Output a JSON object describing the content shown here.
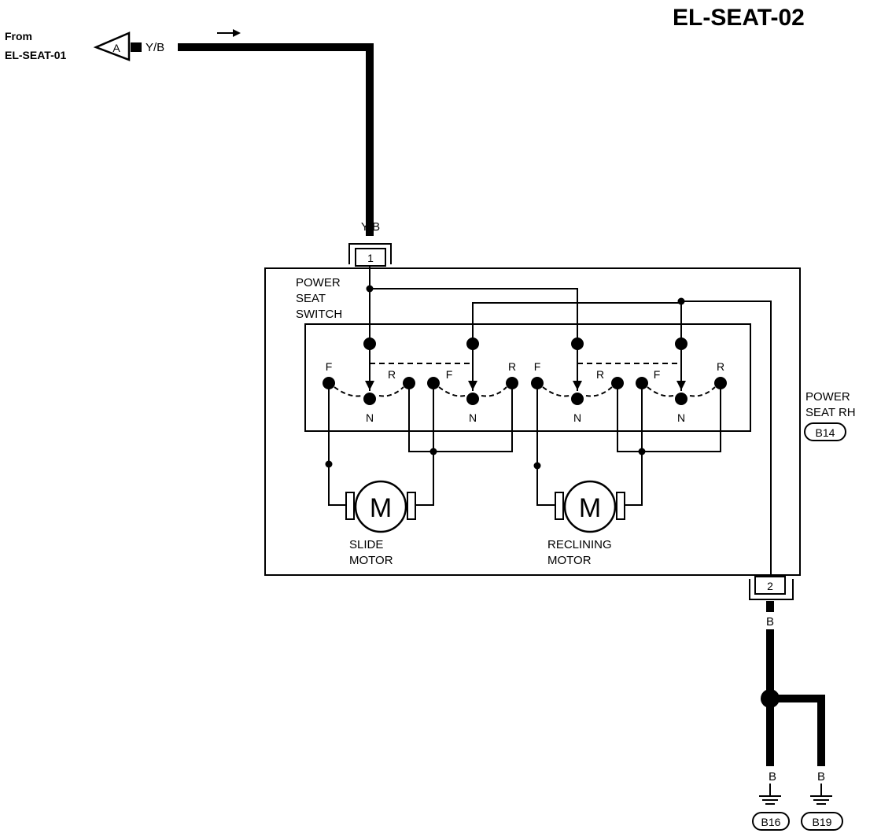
{
  "header": {
    "code": "EL-SEAT-02"
  },
  "source": {
    "from_line1": "From",
    "from_line2": "EL-SEAT-01",
    "connector_letter": "A",
    "wire_color": "Y/B"
  },
  "input_wire": {
    "color_label": "Y/B",
    "connector_pin": "1"
  },
  "switch": {
    "line1": "POWER",
    "line2": "SEAT",
    "line3": "SWITCH"
  },
  "contacts": {
    "f1": "F",
    "r1": "R",
    "n1": "N",
    "n2": "N",
    "f2": "F",
    "r2": "R",
    "f3": "F",
    "r3": "R",
    "n3": "N",
    "n4": "N",
    "f4": "F",
    "r4": "R"
  },
  "slide_motor": {
    "symbol": "M",
    "line1": "SLIDE",
    "line2": "MOTOR"
  },
  "reclining_motor": {
    "symbol": "M",
    "line1": "RECLINING",
    "line2": "MOTOR"
  },
  "component": {
    "line1": "POWER",
    "line2": "SEAT RH",
    "connector": "B14"
  },
  "output_wire": {
    "connector_pin": "2",
    "color_top": "B"
  },
  "grounds": [
    {
      "wire_color": "B",
      "id": "B16"
    },
    {
      "wire_color": "B",
      "id": "B19"
    }
  ]
}
